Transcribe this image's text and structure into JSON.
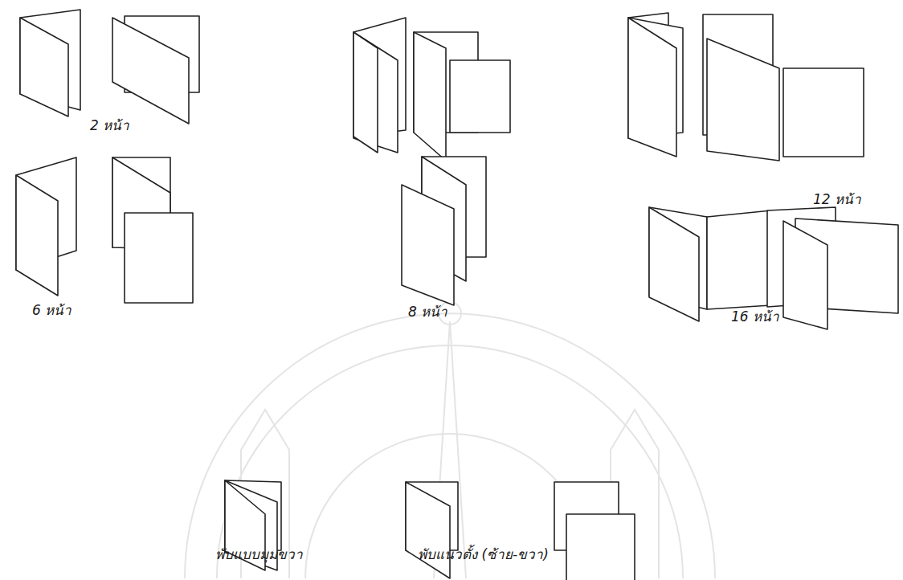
{
  "diagram": {
    "labels": [
      "2 หน้า",
      "6 หน้า",
      "8 หน้า",
      "12 หน้า",
      "16 หน้า",
      "พับแบบมุมขวา",
      "พับแนวตั้ง (ซ้าย-ขวา)"
    ]
  }
}
